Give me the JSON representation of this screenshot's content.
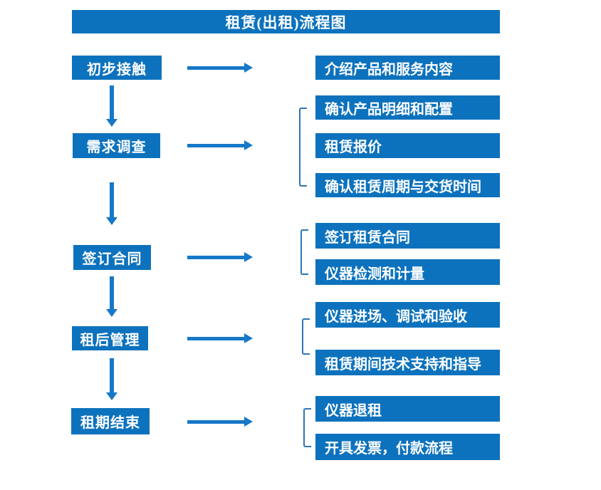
{
  "title": "租赁(出租)流程图",
  "colors": {
    "box_fill": "#0d72bd",
    "arrow": "#1678c8",
    "bracket": "#2e75b6",
    "text": "#ffffff",
    "background": "#ffffff"
  },
  "icons": {
    "arrow_right": "right-arrow made of shaft + triangle, color #1678c8",
    "arrow_down": "down-arrow made of shaft + triangle, color #1678c8",
    "left_bracket": "square bracket [ opening right, color #2e75b6"
  },
  "groups": [
    {
      "stage": "初步接触",
      "details": [
        "介绍产品和服务内容"
      ]
    },
    {
      "stage": "需求调查",
      "details": [
        "确认产品明细和配置",
        "租赁报价",
        "确认租赁周期与交货时间"
      ]
    },
    {
      "stage": "签订合同",
      "details": [
        "签订租赁合同",
        "仪器检测和计量"
      ]
    },
    {
      "stage": "租后管理",
      "details": [
        "仪器进场、调试和验收",
        "租赁期间技术支持和指导"
      ]
    },
    {
      "stage": "租期结束",
      "details": [
        "仪器退租",
        "开具发票，付款流程"
      ]
    }
  ]
}
